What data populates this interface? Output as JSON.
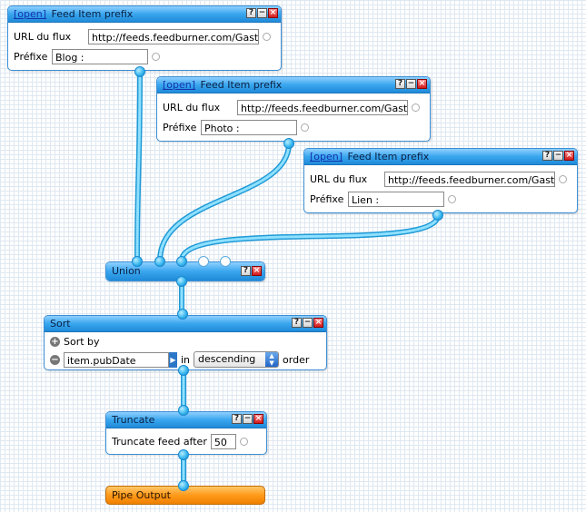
{
  "feed1": {
    "open_label": "[open]",
    "title": "Feed Item prefix",
    "url_label": "URL du flux",
    "url_value": "http://feeds.feedburner.com/Gaste",
    "prefix_label": "Préfixe",
    "prefix_value": "Blog :"
  },
  "feed2": {
    "open_label": "[open]",
    "title": "Feed Item prefix",
    "url_label": "URL du flux",
    "url_value": "http://feeds.feedburner.com/Gaste",
    "prefix_label": "Préfixe",
    "prefix_value": "Photo :"
  },
  "feed3": {
    "open_label": "[open]",
    "title": "Feed Item prefix",
    "url_label": "URL du flux",
    "url_value": "http://feeds.feedburner.com/Gaste",
    "prefix_label": "Préfixe",
    "prefix_value": "Lien :"
  },
  "window_buttons": {
    "help": "?",
    "minimize": "−",
    "close": "×"
  },
  "union": {
    "title": "Union"
  },
  "sort": {
    "title": "Sort",
    "sort_by_label": "Sort by",
    "add_symbol": "+",
    "remove_symbol": "−",
    "field_value": "item.pubDate",
    "in_label": "in",
    "order_value": "descending",
    "order_label": "order"
  },
  "truncate": {
    "title": "Truncate",
    "label": "Truncate feed after",
    "value": "50"
  },
  "output": {
    "title": "Pipe Output"
  },
  "colors": {
    "wire": "#4fc3f7",
    "titlebar": "#39a6ee",
    "output": "#ff9a1a",
    "close_button": "#d21a1a"
  }
}
